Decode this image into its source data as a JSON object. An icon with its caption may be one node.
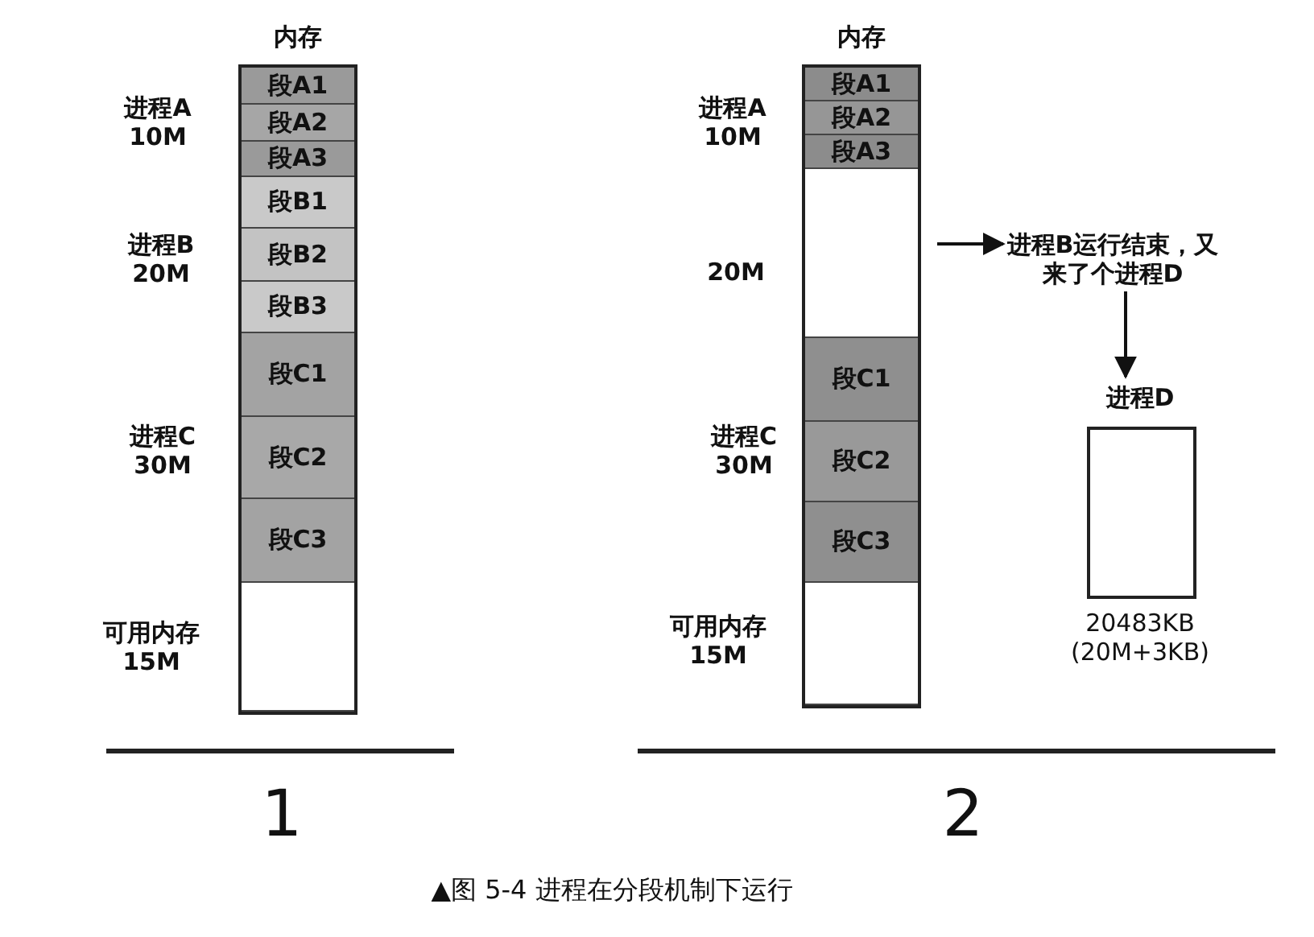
{
  "diagram": {
    "caption": "▲图 5-4 进程在分段机制下运行",
    "nodes": [
      {
        "text": [
          "内存"
        ]
      },
      {
        "text": [
          "段A1"
        ],
        "in": 0
      },
      {
        "text": [
          "段A2"
        ],
        "in": 0
      },
      {
        "text": [
          "段A3"
        ],
        "in": 0
      },
      {
        "text": [
          "段B1"
        ],
        "in": 0
      },
      {
        "text": [
          "段B2"
        ],
        "in": 0
      },
      {
        "text": [
          "段B3"
        ],
        "in": 0
      },
      {
        "text": [
          "段C1"
        ],
        "in": 0
      },
      {
        "text": [
          "段C2"
        ],
        "in": 0
      },
      {
        "text": [
          "段C3"
        ],
        "in": 0
      },
      {
        "text": [],
        "shape": "box",
        "in": 0
      },
      {
        "text": [
          "内存"
        ]
      },
      {
        "text": [
          "段A1"
        ],
        "in": 11
      },
      {
        "text": [
          "段A2"
        ],
        "in": 11
      },
      {
        "text": [
          "段A3"
        ],
        "in": 11
      },
      {
        "text": [],
        "shape": "box",
        "in": 11
      },
      {
        "text": [
          "段C1"
        ],
        "in": 11
      },
      {
        "text": [
          "段C2"
        ],
        "in": 11
      },
      {
        "text": [
          "段C3"
        ],
        "in": 11
      },
      {
        "text": [],
        "shape": "box",
        "in": 11
      },
      {
        "text": [
          "进程B运行结束，又来了个进程D"
        ]
      },
      {
        "text": [
          "进程D"
        ],
        "beside": [
          "20483KB (20M+3KB)"
        ]
      }
    ],
    "edges": [
      {
        "from": 15,
        "to": 20,
        "arrow": "to"
      },
      {
        "from": 20,
        "to": 21,
        "arrow": "to"
      }
    ],
    "labels": [
      "进程A 10M",
      "进程B 20M",
      "进程C 30M",
      "可用内存 15M",
      "1",
      "进程A 10M",
      "20M",
      "进程C 30M",
      "可用内存 15M",
      "2"
    ]
  }
}
